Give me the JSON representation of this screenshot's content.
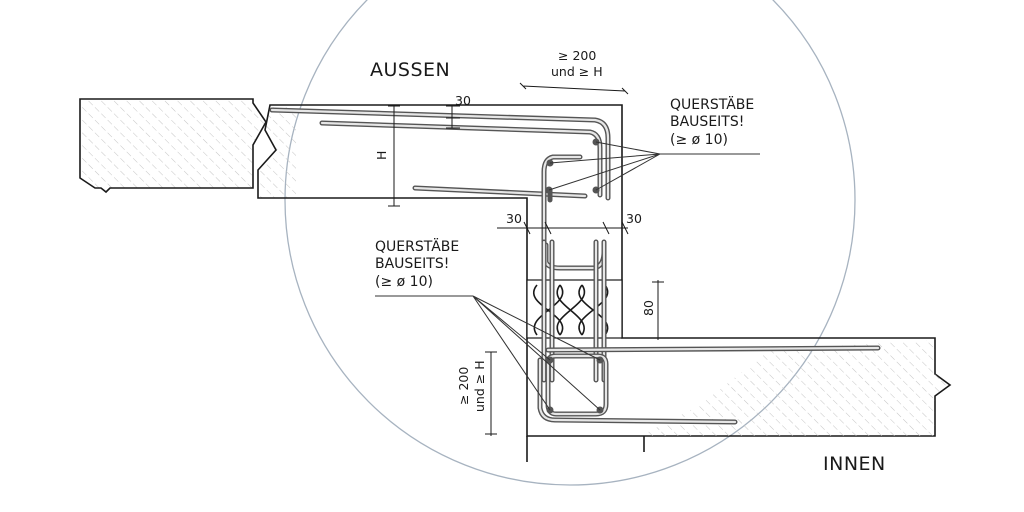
{
  "labels": {
    "outside": "AUSSEN",
    "inside": "INNEN",
    "cross_bars_top": [
      "QUERSTÄBE",
      "BAUSEITS!",
      "(≥ ø 10)"
    ],
    "cross_bars_left": [
      "QUERSTÄBE",
      "BAUSEITS!",
      "(≥ ø 10)"
    ]
  },
  "dimensions": {
    "top_lap": [
      "≥ 200",
      "und ≥ H"
    ],
    "cover_top": "30",
    "height": "H",
    "cover_left": "30",
    "cover_right": "30",
    "insulation": "80",
    "bottom_lap": [
      "≥ 200",
      "und ≥ H"
    ]
  },
  "colors": {
    "line": "#1a1a1a",
    "rebar": "#555555",
    "hatch": "#c5c5c5",
    "detail_circle": "#a7b3c0"
  }
}
